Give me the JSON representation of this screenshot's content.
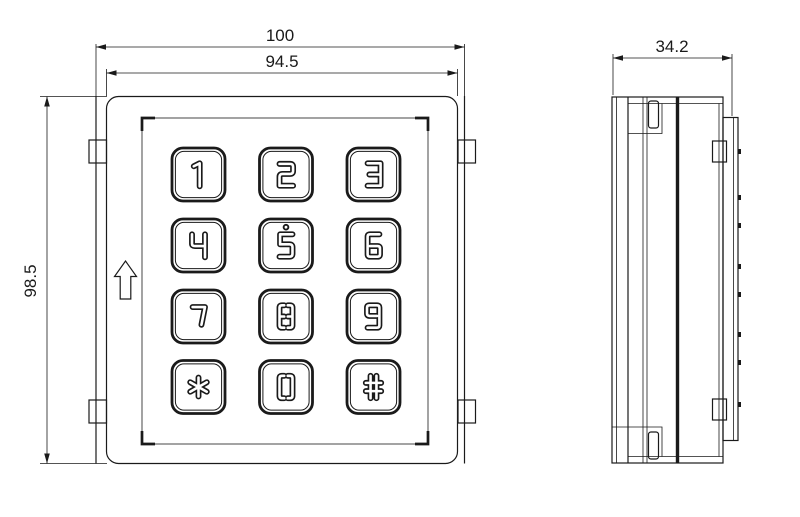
{
  "drawing": {
    "line_color": "#1a1a1a",
    "background_color": "#ffffff"
  },
  "front_view": {
    "dim_overall_width": "100",
    "dim_plate_width": "94.5",
    "dim_height": "98.5",
    "keypad": {
      "rows": 4,
      "cols": 3,
      "keys": [
        {
          "label": "1"
        },
        {
          "label": "2"
        },
        {
          "label": "3"
        },
        {
          "label": "4"
        },
        {
          "label": "5",
          "tactile_dot": true
        },
        {
          "label": "6"
        },
        {
          "label": "7"
        },
        {
          "label": "8"
        },
        {
          "label": "9"
        },
        {
          "label": "*"
        },
        {
          "label": "0"
        },
        {
          "label": "#"
        }
      ]
    }
  },
  "side_view": {
    "dim_depth": "34.2"
  }
}
